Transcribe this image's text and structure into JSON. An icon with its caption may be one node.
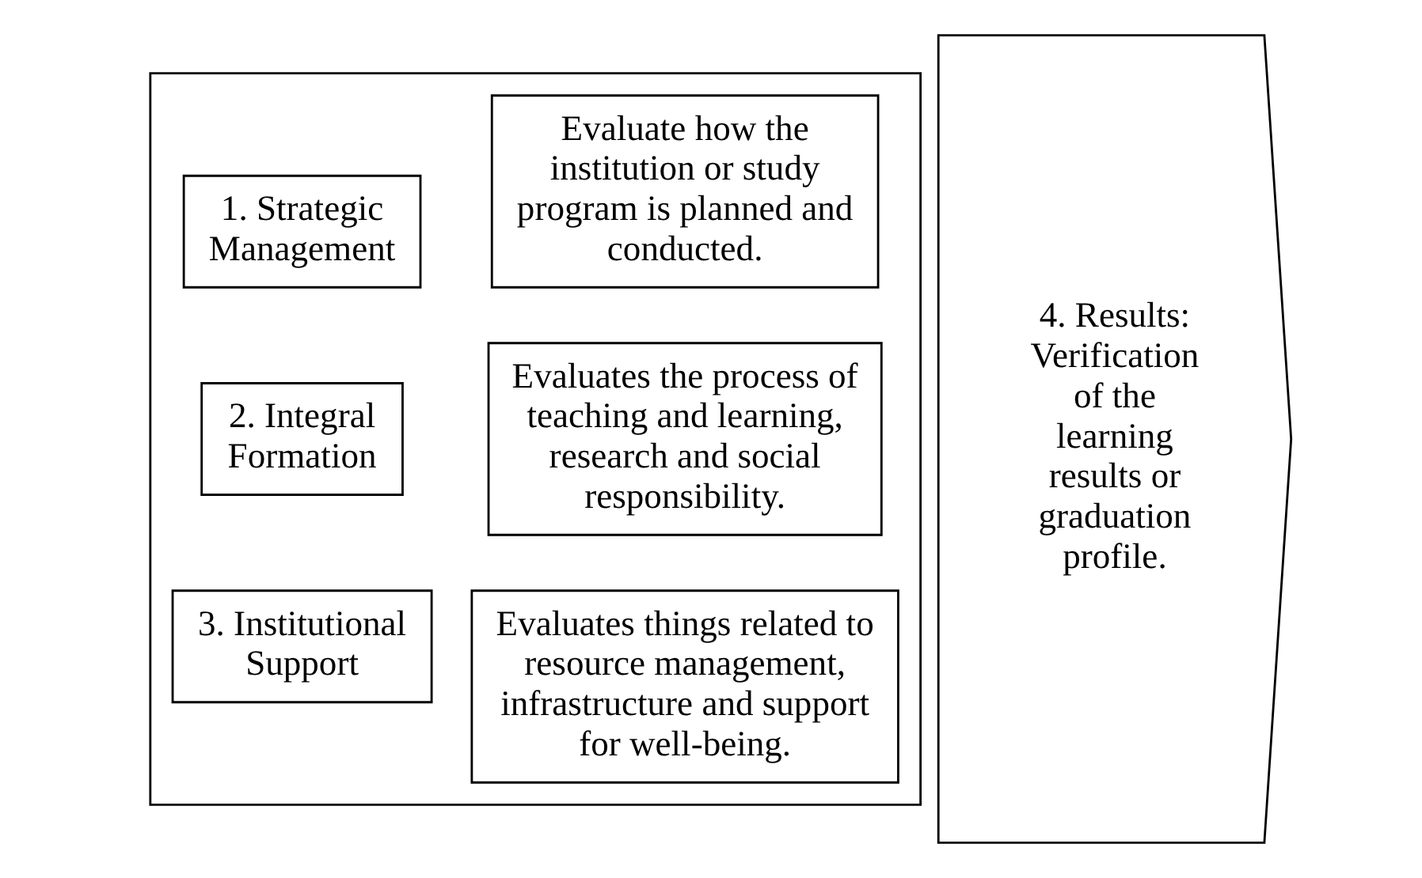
{
  "diagram": {
    "nodes": [
      {
        "text": [],
        "shape": "box"
      },
      {
        "text": [
          "1. Strategic Management"
        ],
        "in": 0
      },
      {
        "text": [
          "Evaluate how the institution or study program is planned and conducted."
        ],
        "in": 0
      },
      {
        "text": [
          "2. Integral Formation"
        ],
        "in": 0
      },
      {
        "text": [
          "Evaluates the process of teaching and learning, research and social responsibility."
        ],
        "in": 0
      },
      {
        "text": [
          "3. Institutional Support"
        ],
        "in": 0
      },
      {
        "text": [
          "Evaluates things related to resource management, infrastructure and support for well-being."
        ],
        "in": 0
      },
      {
        "text": [
          "4. Results: Verification of the learning results or graduation profile."
        ]
      }
    ]
  }
}
